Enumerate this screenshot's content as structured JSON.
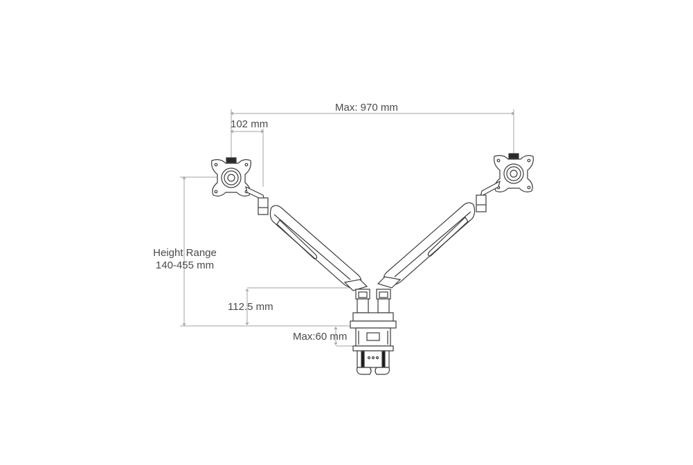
{
  "diagram": {
    "subject": "Dual monitor arm dimension drawing",
    "colors": {
      "line": "#3a3a3a",
      "dimension": "#9a9a9a",
      "text": "#4a4a4a",
      "background": "#ffffff"
    },
    "dimensions": {
      "max_reach": "Max: 970 mm",
      "vesa_offset": "102 mm",
      "height_range_title": "Height Range",
      "height_range_value": "140-455 mm",
      "pole_height": "112.5 mm",
      "clamp_max": "Max:60 mm"
    },
    "components": [
      {
        "name": "Left VESA plate"
      },
      {
        "name": "Right VESA plate"
      },
      {
        "name": "Left gas-spring arm"
      },
      {
        "name": "Right gas-spring arm"
      },
      {
        "name": "Center pole & joints"
      },
      {
        "name": "Desk clamp"
      }
    ]
  }
}
